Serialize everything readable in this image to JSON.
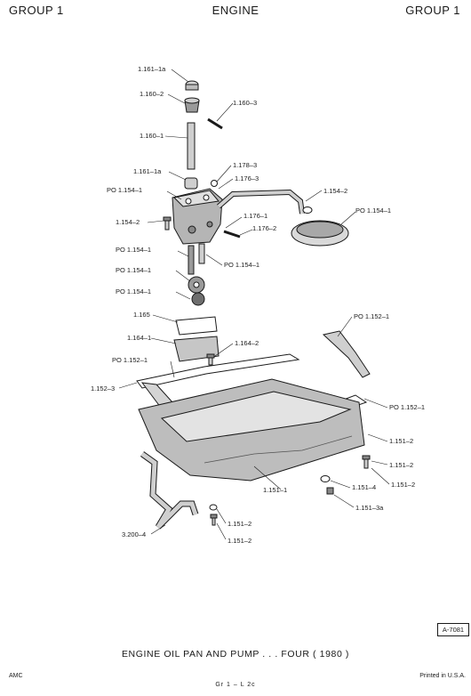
{
  "header": {
    "left": "GROUP 1",
    "center": "ENGINE",
    "right": "GROUP 1"
  },
  "callouts": [
    {
      "id": "c1",
      "label": "1.161–1a"
    },
    {
      "id": "c2",
      "label": "1.160–2"
    },
    {
      "id": "c3",
      "label": "1.160–3"
    },
    {
      "id": "c4",
      "label": "1.160–1"
    },
    {
      "id": "c5",
      "label": "1.161–1a"
    },
    {
      "id": "c6",
      "label": "1.178–3"
    },
    {
      "id": "c7",
      "label": "1.176–3"
    },
    {
      "id": "c8",
      "label": "PO 1.154–1"
    },
    {
      "id": "c9",
      "label": "1.154–2"
    },
    {
      "id": "c10",
      "label": "PO 1.154–1"
    },
    {
      "id": "c11",
      "label": "1.154–2"
    },
    {
      "id": "c12",
      "label": "1.176–1"
    },
    {
      "id": "c13",
      "label": "1.176–2"
    },
    {
      "id": "c14",
      "label": "PO 1.154–1"
    },
    {
      "id": "c15",
      "label": "PO 1.154–1"
    },
    {
      "id": "c16",
      "label": "PO 1.154–1"
    },
    {
      "id": "c17",
      "label": "PO 1.154–1"
    },
    {
      "id": "c18",
      "label": "1.165"
    },
    {
      "id": "c19",
      "label": "PO 1.152–1"
    },
    {
      "id": "c20",
      "label": "1.164–1"
    },
    {
      "id": "c21",
      "label": "1.164–2"
    },
    {
      "id": "c22",
      "label": "PO 1.152–1"
    },
    {
      "id": "c23",
      "label": "1.152–3"
    },
    {
      "id": "c24",
      "label": "PO 1.152–1"
    },
    {
      "id": "c25",
      "label": "1.151–2"
    },
    {
      "id": "c26",
      "label": "1.151–2"
    },
    {
      "id": "c27",
      "label": "1.151–2"
    },
    {
      "id": "c28",
      "label": "1.151–1"
    },
    {
      "id": "c29",
      "label": "1.151–4"
    },
    {
      "id": "c30",
      "label": "1.151–3a"
    },
    {
      "id": "c31",
      "label": "1.151–2"
    },
    {
      "id": "c32",
      "label": "3.200–4"
    },
    {
      "id": "c33",
      "label": "1.151–2"
    }
  ],
  "figure_code": "A-7081",
  "caption": "ENGINE OIL PAN AND PUMP . . . FOUR ( 1980 )",
  "footer": {
    "left": "AMC",
    "right": "Printed  in U.S.A.",
    "center": "Gr  1  –  L  2c"
  }
}
